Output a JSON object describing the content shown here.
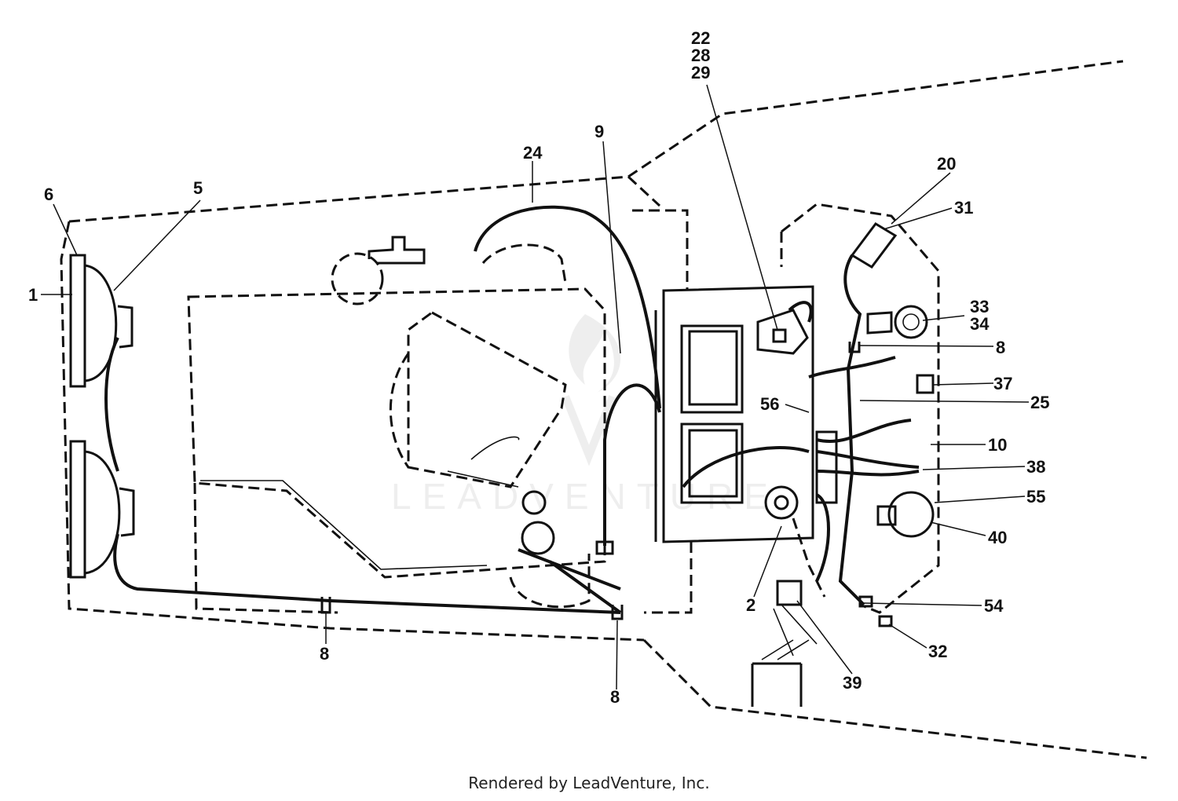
{
  "callouts": [
    {
      "id": "c1",
      "label": "1"
    },
    {
      "id": "c2",
      "label": "2"
    },
    {
      "id": "c5",
      "label": "5"
    },
    {
      "id": "c6",
      "label": "6"
    },
    {
      "id": "c8a",
      "label": "8"
    },
    {
      "id": "c8b",
      "label": "8"
    },
    {
      "id": "c8c",
      "label": "8"
    },
    {
      "id": "c9",
      "label": "9"
    },
    {
      "id": "c10",
      "label": "10"
    },
    {
      "id": "c20",
      "label": "20"
    },
    {
      "id": "c22",
      "label": "22"
    },
    {
      "id": "c24",
      "label": "24"
    },
    {
      "id": "c25",
      "label": "25"
    },
    {
      "id": "c28",
      "label": "28"
    },
    {
      "id": "c29",
      "label": "29"
    },
    {
      "id": "c31",
      "label": "31"
    },
    {
      "id": "c32",
      "label": "32"
    },
    {
      "id": "c33",
      "label": "33"
    },
    {
      "id": "c34",
      "label": "34"
    },
    {
      "id": "c37",
      "label": "37"
    },
    {
      "id": "c38",
      "label": "38"
    },
    {
      "id": "c39",
      "label": "39"
    },
    {
      "id": "c40",
      "label": "40"
    },
    {
      "id": "c54",
      "label": "54"
    },
    {
      "id": "c55",
      "label": "55"
    },
    {
      "id": "c56",
      "label": "56"
    }
  ],
  "watermark": {
    "text": "LEADVENTURE"
  },
  "footer": {
    "text": "Rendered by LeadVenture, Inc."
  }
}
